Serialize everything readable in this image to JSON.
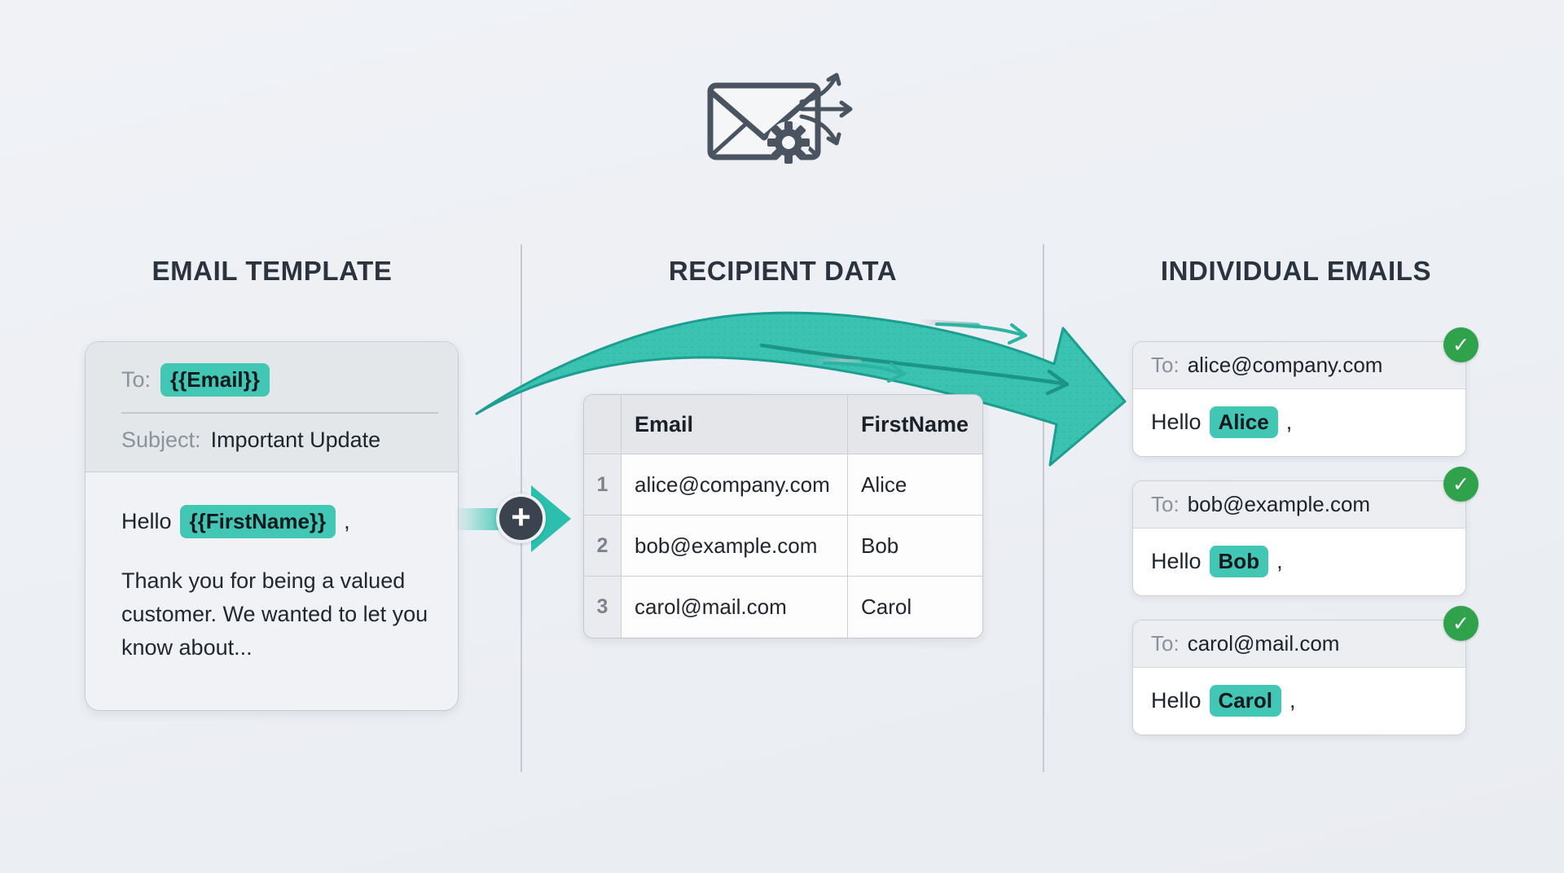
{
  "colors": {
    "accent_teal": "#41c7b4",
    "teal_dark": "#1e9d91",
    "slate": "#2b333e",
    "badge_green": "#31a24c",
    "plus_circle": "#3a434e"
  },
  "icons": {
    "top": "mail-merge-icon",
    "plus_glyph": "+",
    "check_glyph": "✓"
  },
  "sections": {
    "template": {
      "heading": "EMAIL TEMPLATE",
      "to_label": "To:",
      "to_value": "{{Email}}",
      "subject_label": "Subject:",
      "subject_value": "Important Update",
      "greeting_prefix": "Hello",
      "greeting_variable": "{{FirstName}}",
      "greeting_suffix": ",",
      "body": "Thank you for being a valued customer. We wanted to let you know about..."
    },
    "recipients": {
      "heading": "RECIPIENT DATA",
      "columns": [
        "Email",
        "FirstName"
      ],
      "rows": [
        {
          "num": "1",
          "email": "alice@company.com",
          "first_name": "Alice"
        },
        {
          "num": "2",
          "email": "bob@example.com",
          "first_name": "Bob"
        },
        {
          "num": "3",
          "email": "carol@mail.com",
          "first_name": "Carol"
        }
      ]
    },
    "individual": {
      "heading": "INDIVIDUAL EMAILS",
      "cards": [
        {
          "to_label": "To:",
          "to_value": "alice@company.com",
          "greeting_prefix": "Hello",
          "name": "Alice",
          "greeting_suffix": ","
        },
        {
          "to_label": "To:",
          "to_value": "bob@example.com",
          "greeting_prefix": "Hello",
          "name": "Bob",
          "greeting_suffix": ","
        },
        {
          "to_label": "To:",
          "to_value": "carol@mail.com",
          "greeting_prefix": "Hello",
          "name": "Carol",
          "greeting_suffix": ","
        }
      ]
    }
  }
}
